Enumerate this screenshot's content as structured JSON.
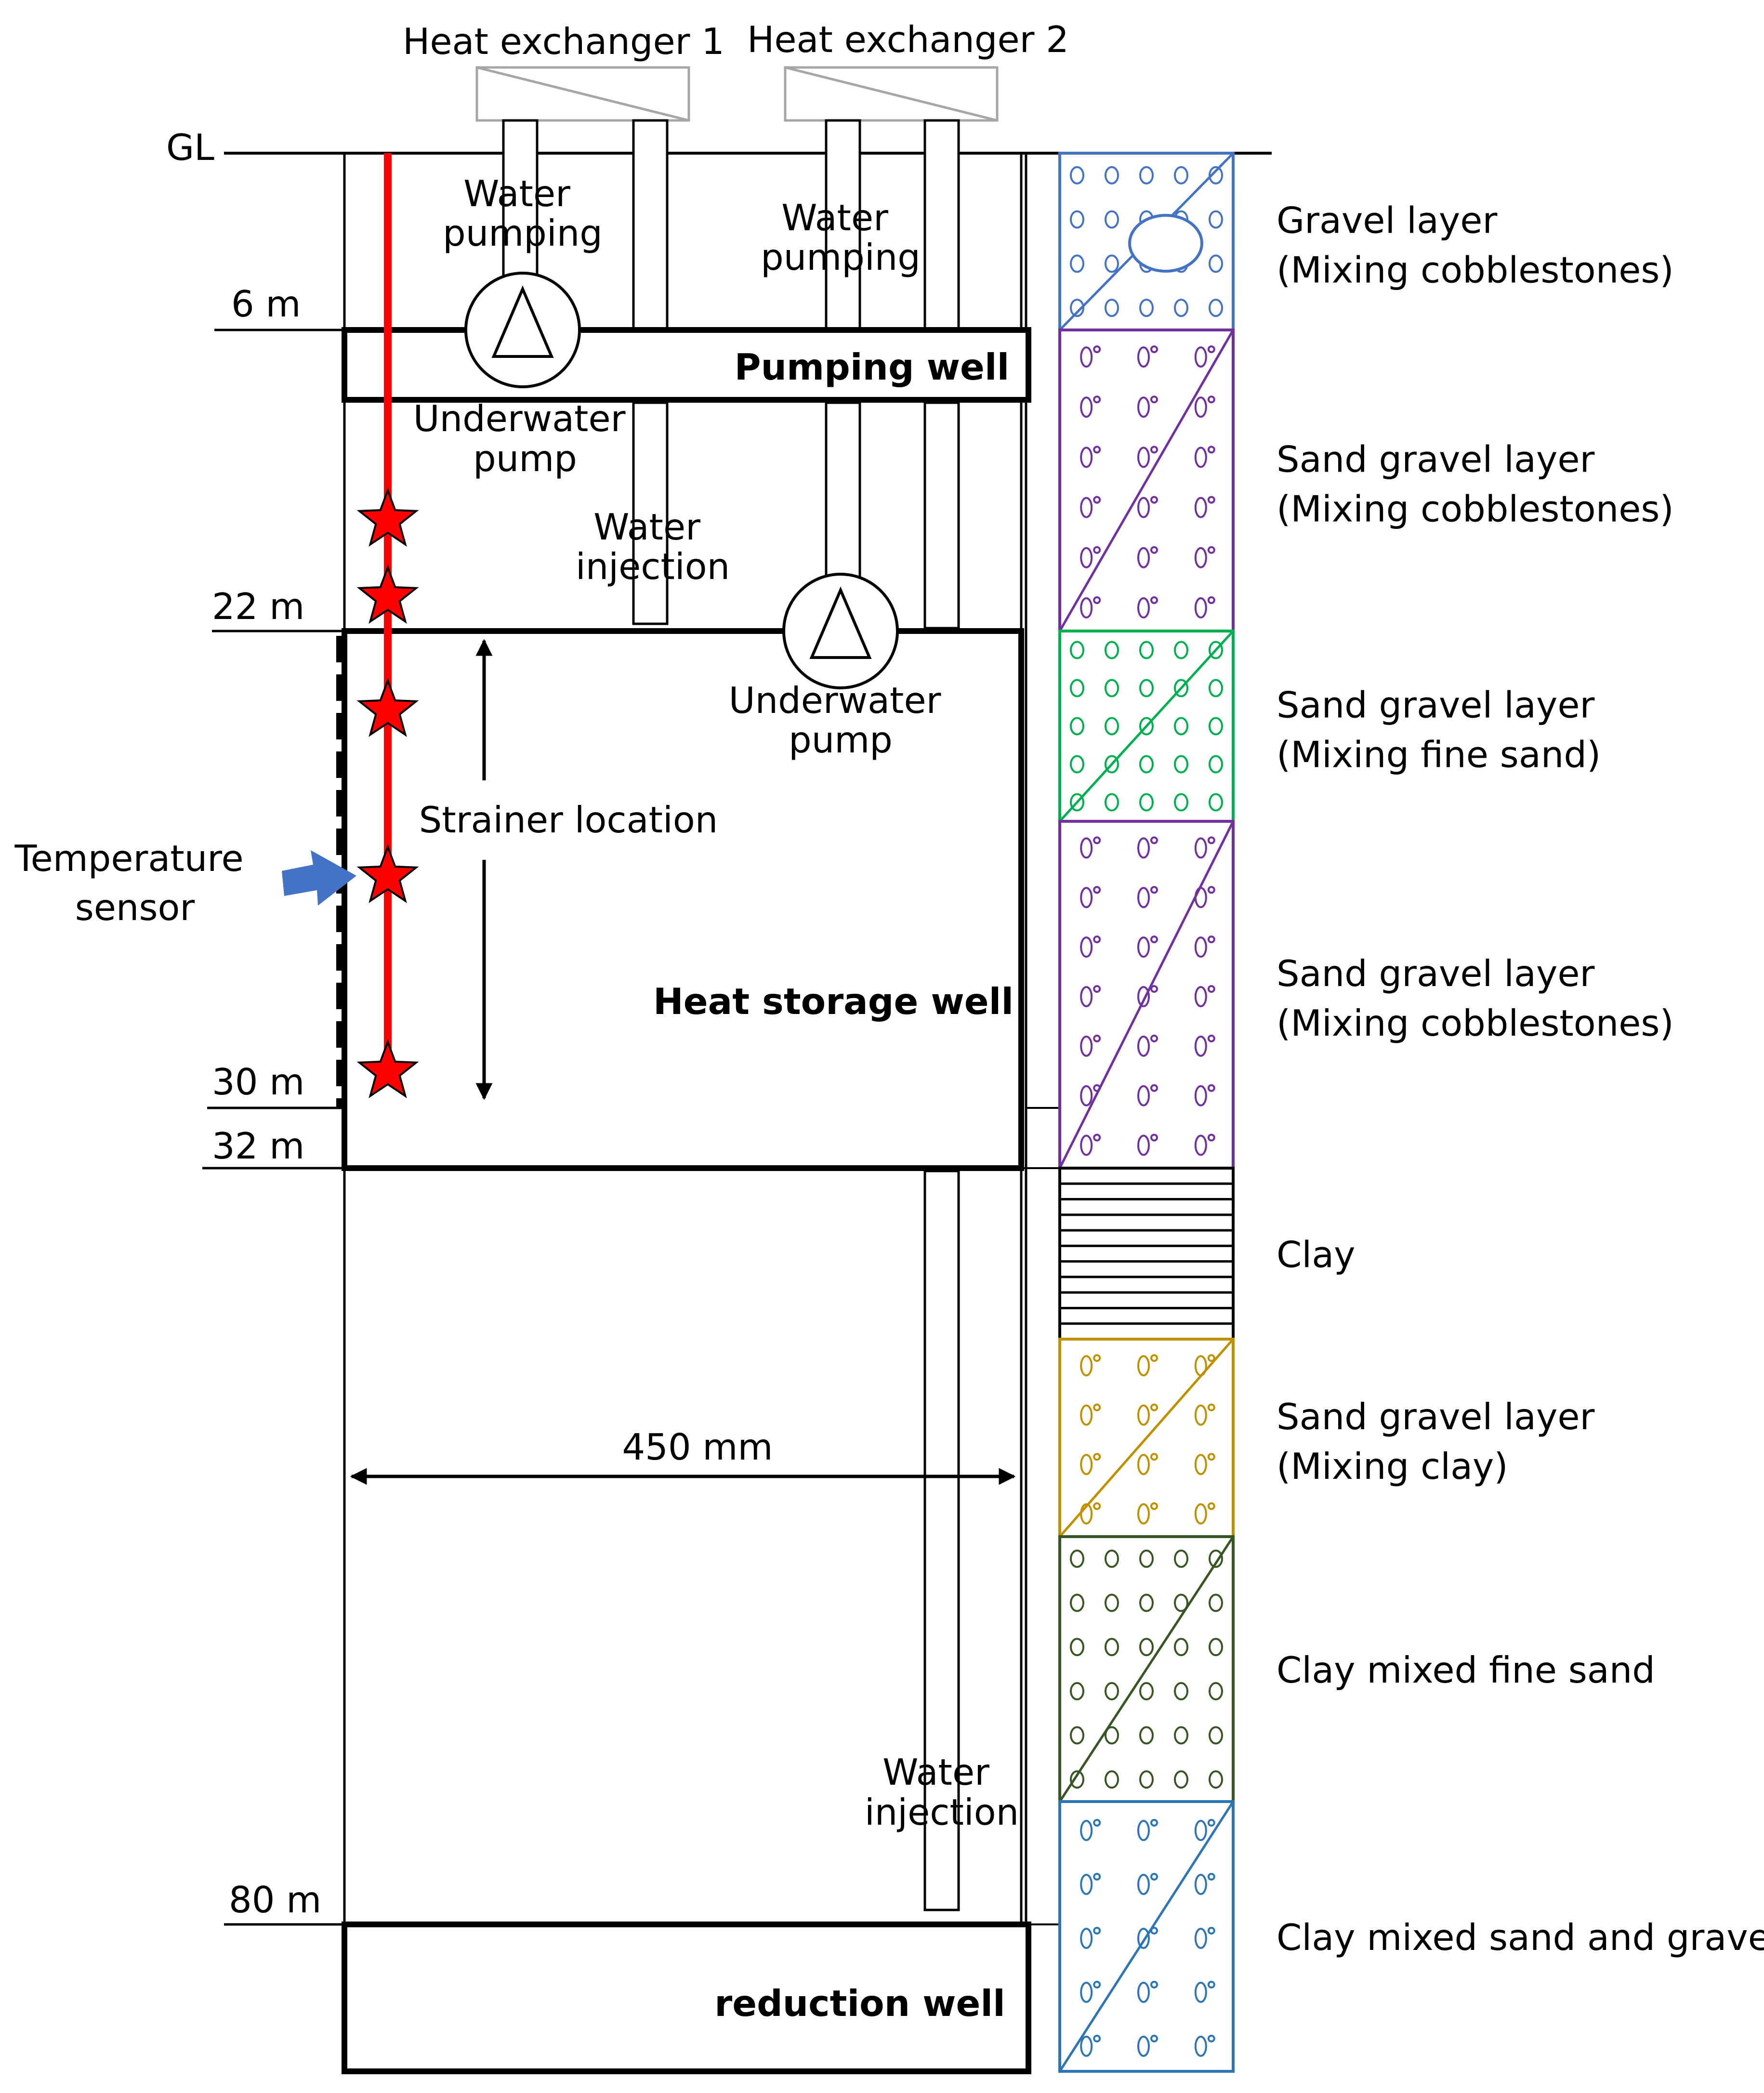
{
  "labels": {
    "heat_exchanger_1": "Heat exchanger 1",
    "heat_exchanger_2": "Heat exchanger 2",
    "ground_level": "GL",
    "water_pumping_1": [
      "Water",
      "pumping"
    ],
    "water_pumping_2": [
      "Water",
      "pumping"
    ],
    "underwater_pump_1": [
      "Underwater",
      "pump"
    ],
    "underwater_pump_2": [
      "Underwater",
      "pump"
    ],
    "water_injection_1": [
      "Water",
      "injection"
    ],
    "water_injection_2": [
      "Water",
      "injection"
    ],
    "pumping_well": "Pumping well",
    "heat_storage_well": "Heat storage well",
    "reduction_well": "reduction well",
    "strainer_location": "Strainer location",
    "temperature_sensor": [
      "Temperature",
      "sensor"
    ],
    "well_diameter": "450 mm"
  },
  "depths": [
    "6 m",
    "22 m",
    "30 m",
    "32 m",
    "80 m"
  ],
  "soil_layers": [
    {
      "name": "Gravel layer",
      "detail": "(Mixing cobblestones)",
      "color": "#4472c4"
    },
    {
      "name": "Sand gravel layer",
      "detail": "(Mixing cobblestones)",
      "color": "#7030a0"
    },
    {
      "name": "Sand gravel layer",
      "detail": "(Mixing fine sand)",
      "color": "#00b050"
    },
    {
      "name": "Sand gravel layer",
      "detail": "(Mixing cobblestones)",
      "color": "#7030a0"
    },
    {
      "name": "Clay",
      "detail": "",
      "color": "#000000"
    },
    {
      "name": "Sand gravel layer",
      "detail": "(Mixing clay)",
      "color": "#bf9000"
    },
    {
      "name": "Clay mixed fine sand",
      "detail": "",
      "color": "#375623"
    },
    {
      "name": "Clay mixed sand and gravel",
      "detail": "",
      "color": "#2e75b6"
    }
  ],
  "colors": {
    "sensor_line": "#ff0000",
    "sensor_star": "#ff0000",
    "pointer_arrow": "#4472c4",
    "heat_exchanger": "#a6a6a6"
  }
}
